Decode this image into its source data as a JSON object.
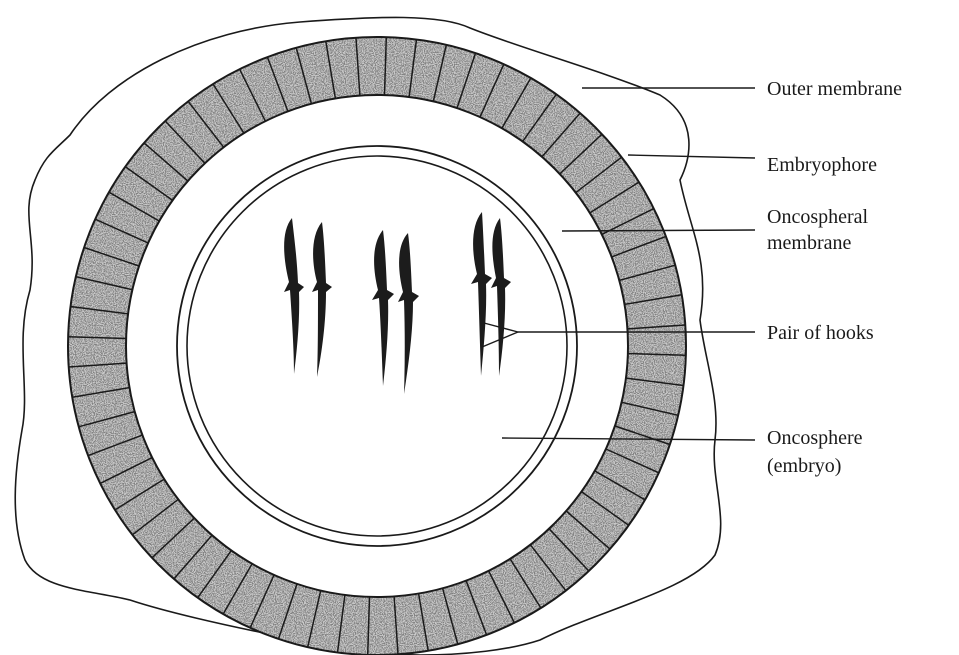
{
  "labels": {
    "outer_membrane": "Outer membrane",
    "embryophore": "Embryophore",
    "oncospheral_line1": "Oncospheral",
    "oncospheral_line2": "membrane",
    "pair_of_hooks": "Pair of hooks",
    "oncosphere_line1": "Oncosphere",
    "oncosphere_line2": "(embryo)"
  },
  "colors": {
    "ink": "#1a1a1a",
    "stipple": "#6a6a6a",
    "hook": "#1c1c1c",
    "background": "#ffffff"
  },
  "hook_pairs": 3
}
